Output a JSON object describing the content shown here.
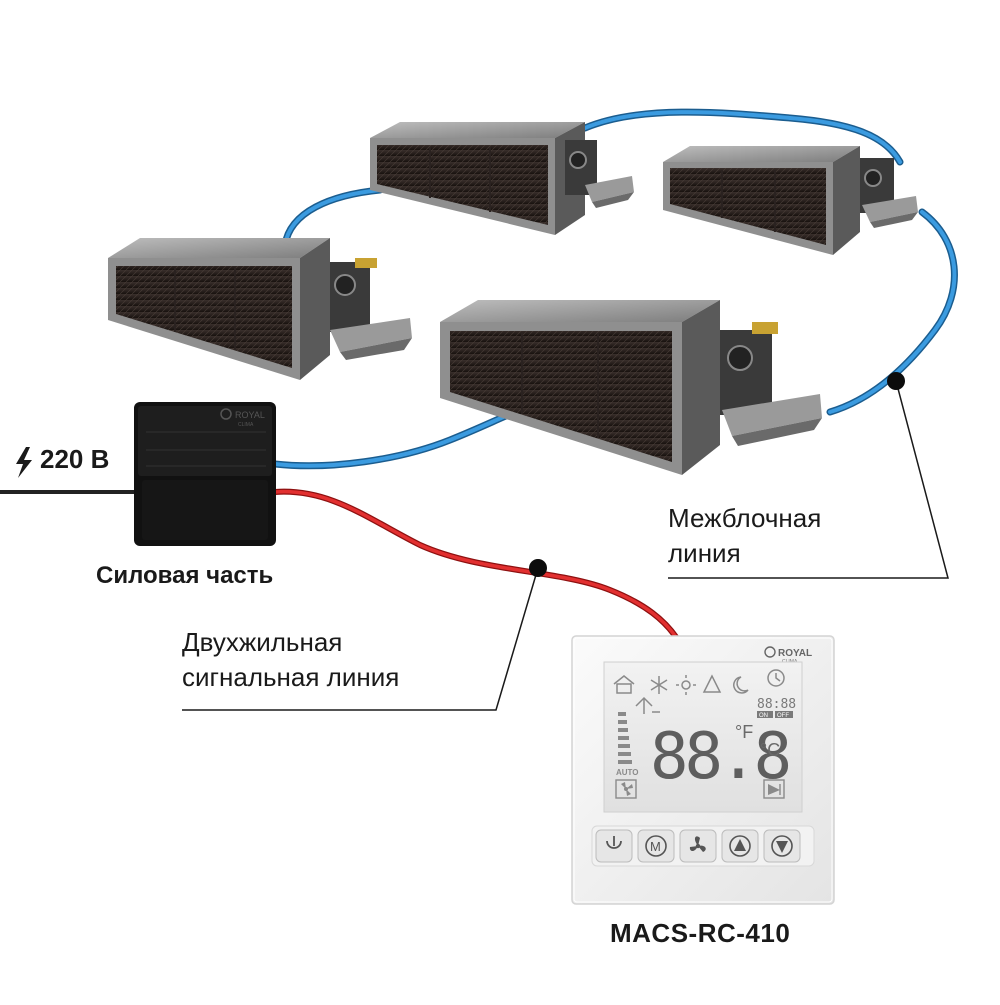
{
  "diagram": {
    "power_supply": {
      "voltage": "220 В",
      "title": "Силовая часть",
      "brand": "ROYAL",
      "brand_sub": "CLIMA"
    },
    "interblock_line": {
      "line1": "Межблочная",
      "line2": "линия"
    },
    "signal_line": {
      "line1": "Двухжильная",
      "line2": "сигнальная линия"
    },
    "controller": {
      "model": "MACS-RC-410",
      "brand": "ROYAL",
      "brand_sub": "CLIMA",
      "display": {
        "temperature": "88.8",
        "unit_f": "°F",
        "unit_c": "°C",
        "timer": "88:88",
        "timer_on": "ON",
        "timer_off": "OFF",
        "mode_auto": "AUTO"
      },
      "buttons": [
        {
          "name": "power-button",
          "icon": "power-icon"
        },
        {
          "name": "mode-button",
          "icon": "mode-icon",
          "label": "M"
        },
        {
          "name": "fan-button",
          "icon": "fan-icon"
        },
        {
          "name": "up-button",
          "icon": "triangle-up-icon"
        },
        {
          "name": "down-button",
          "icon": "triangle-down-icon"
        }
      ]
    },
    "colors": {
      "interblock_cable": "#2a86c7",
      "signal_cable": "#d32020",
      "power_cable": "#1a1a1a"
    }
  }
}
